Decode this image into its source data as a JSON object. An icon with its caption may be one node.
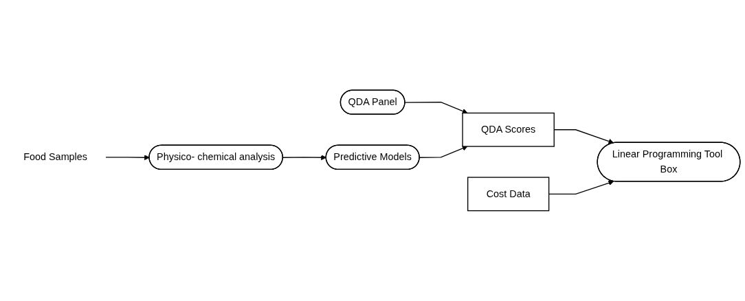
{
  "diagram": {
    "nodes": [
      {
        "text": [
          "Food Samples"
        ]
      },
      {
        "text": [
          "QDA Panel"
        ]
      },
      {
        "text": [
          "QDA Scores"
        ]
      },
      {
        "text": [
          "Linear Programming Tool Box"
        ]
      },
      {
        "text": [
          "Physico- chemical analysis"
        ]
      },
      {
        "text": [
          "Predictive Models"
        ]
      },
      {
        "text": [
          "Cost Data"
        ]
      }
    ],
    "edges": [
      {
        "from": 0,
        "to": 4,
        "arrow": "to"
      },
      {
        "from": 1,
        "to": 2,
        "arrow": "to"
      },
      {
        "from": 2,
        "to": 3,
        "arrow": "to"
      },
      {
        "from": 4,
        "to": 5,
        "arrow": "to"
      },
      {
        "from": 5,
        "to": 2,
        "arrow": "to"
      },
      {
        "from": 6,
        "to": 3,
        "arrow": "to"
      }
    ]
  }
}
